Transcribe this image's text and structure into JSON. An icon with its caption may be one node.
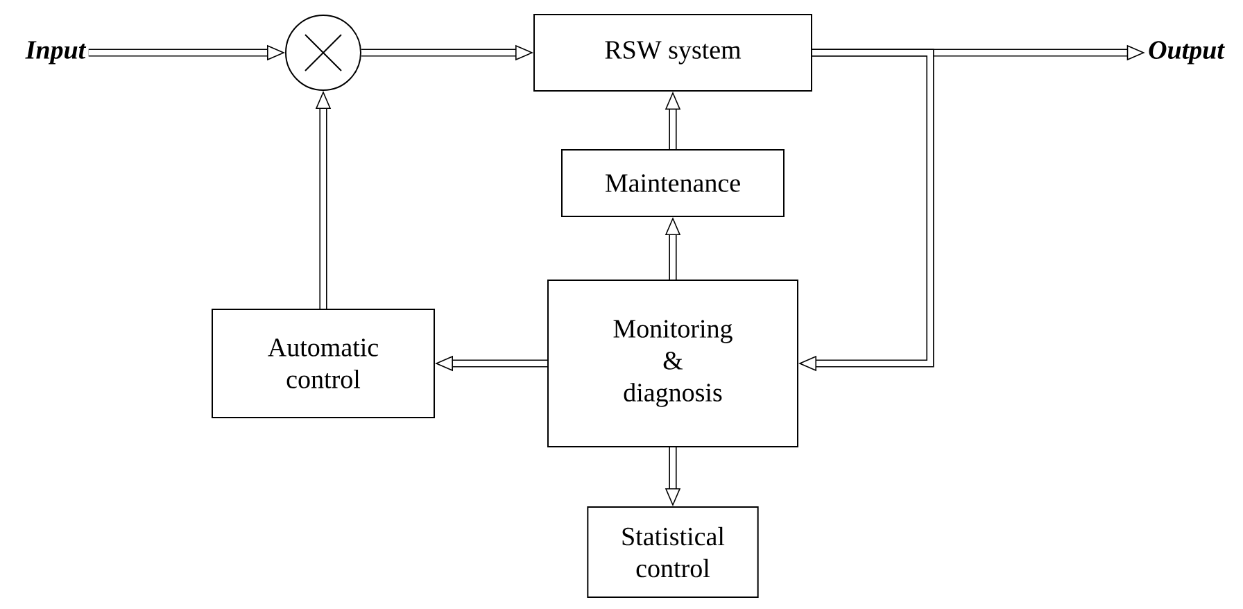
{
  "diagram": {
    "nodes": [
      {
        "text": [
          "Input"
        ]
      },
      {
        "text": [],
        "shape": "circle"
      },
      {
        "text": [
          "RSW system"
        ]
      },
      {
        "text": [
          "Output"
        ]
      },
      {
        "text": [
          "Maintenance"
        ]
      },
      {
        "text": [
          "Monitoring & diagnosis"
        ]
      },
      {
        "text": [
          "Automatic control"
        ]
      },
      {
        "text": [
          "Statistical control"
        ]
      }
    ],
    "edges": [
      {
        "from": 0,
        "to": 1,
        "arrow": "to"
      },
      {
        "from": 1,
        "to": 2,
        "arrow": "to"
      },
      {
        "from": 2,
        "to": 3,
        "arrow": "to"
      },
      {
        "from": 2,
        "to": 5,
        "arrow": "to"
      },
      {
        "from": 5,
        "to": 4,
        "arrow": "to"
      },
      {
        "from": 4,
        "to": 2,
        "arrow": "to"
      },
      {
        "from": 5,
        "to": 6,
        "arrow": "to"
      },
      {
        "from": 6,
        "to": 1,
        "arrow": "to"
      },
      {
        "from": 5,
        "to": 7,
        "arrow": "to"
      }
    ]
  }
}
